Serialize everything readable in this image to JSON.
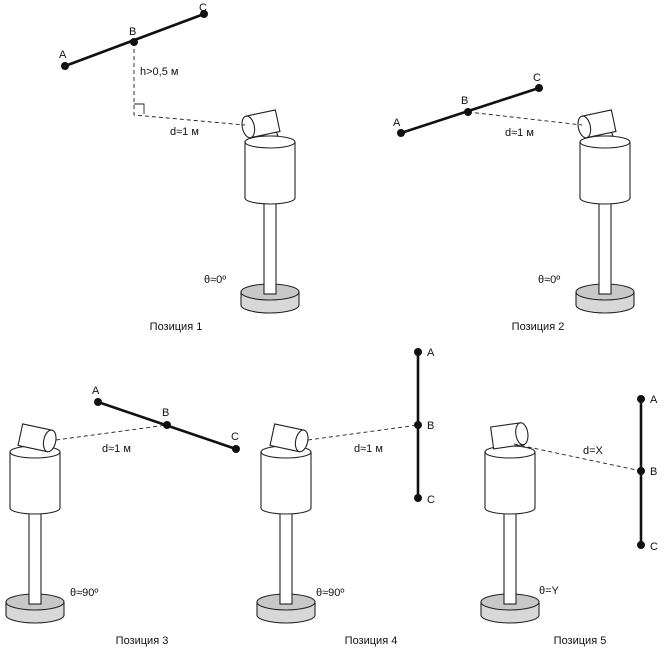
{
  "positions": [
    {
      "caption": "Позиция 1",
      "points": {
        "a": "A",
        "b": "B",
        "c": "C"
      },
      "distance": "d≈1 м",
      "height": "h>0,5 м",
      "angle": "θ≈0º"
    },
    {
      "caption": "Позиция 2",
      "points": {
        "a": "A",
        "b": "B",
        "c": "C"
      },
      "distance": "d≈1 м",
      "angle": "θ≈0º"
    },
    {
      "caption": "Позиция 3",
      "points": {
        "a": "A",
        "b": "B",
        "c": "C"
      },
      "distance": "d≈1 м",
      "angle": "θ≈90º"
    },
    {
      "caption": "Позиция 4",
      "points": {
        "a": "A",
        "b": "B",
        "c": "C"
      },
      "distance": "d≈1 м",
      "angle": "θ≈90º"
    },
    {
      "caption": "Позиция 5",
      "points": {
        "a": "A",
        "b": "B",
        "c": "C"
      },
      "distance": "d=X",
      "angle": "θ=Y"
    }
  ]
}
